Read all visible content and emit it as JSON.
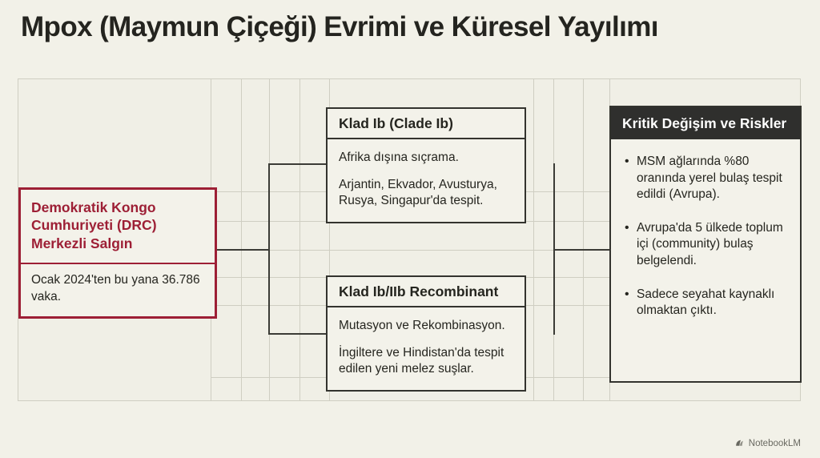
{
  "page": {
    "title": "Mpox (Maymun Çiçeği) Evrimi ve Küresel Yayılımı",
    "watermark": "NotebookLM",
    "watermark_icon": "notebooklm-logo-icon"
  },
  "colors": {
    "background": "#f2f1e8",
    "canvas": "#f0efe6",
    "grid": "#cfcec2",
    "accent_red": "#9d1f35",
    "dark": "#2f2f2d",
    "text": "#25251f",
    "connector": "#3b3b36"
  },
  "nodes": {
    "source": {
      "title": "Demokratik Kongo Cumhuriyeti (DRC) Merkezli Salgın",
      "body": "Ocak 2024'ten bu yana 36.786 vaka."
    },
    "clade_ib": {
      "title": "Klad Ib (Clade Ib)",
      "lines": [
        "Afrika dışına sıçrama.",
        "Arjantin, Ekvador, Avusturya, Rusya, Singapur'da tespit."
      ]
    },
    "recombinant": {
      "title": "Klad Ib/IIb Recombinant",
      "lines": [
        "Mutasyon ve Rekombinasyon.",
        "İngiltere ve Hindistan'da tespit edilen yeni melez suşlar."
      ]
    },
    "risks": {
      "title": "Kritik Değişim ve Riskler",
      "bullets": [
        "MSM ağlarında %80 oranında yerel bulaş tespit edildi (Avrupa).",
        "Avrupa'da 5 ülkede toplum içi (community) bulaş belgelendi.",
        "Sadece seyahat kaynaklı olmaktan çıktı."
      ]
    }
  }
}
